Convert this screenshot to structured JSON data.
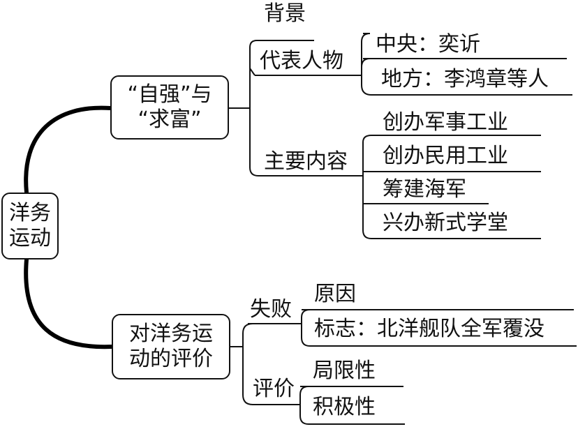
{
  "diagram": {
    "root": "洋务\n运动",
    "branch1": {
      "label": "“自强”与\n“求富”",
      "background": "背景",
      "representatives": {
        "label": "代表人物",
        "items": [
          "中央：奕䜣",
          "地方：李鸿章等人"
        ]
      },
      "contents": {
        "label": "主要内容",
        "items": [
          "创办军事工业",
          "创办民用工业",
          "筹建海军",
          "兴办新式学堂"
        ]
      }
    },
    "branch2": {
      "label": "对洋务运\n动的评价",
      "failure": {
        "label": "失败",
        "items": [
          "原因",
          "标志：北洋舰队全军覆没"
        ]
      },
      "evaluation": {
        "label": "评价",
        "items": [
          "局限性",
          "积极性"
        ]
      }
    }
  }
}
